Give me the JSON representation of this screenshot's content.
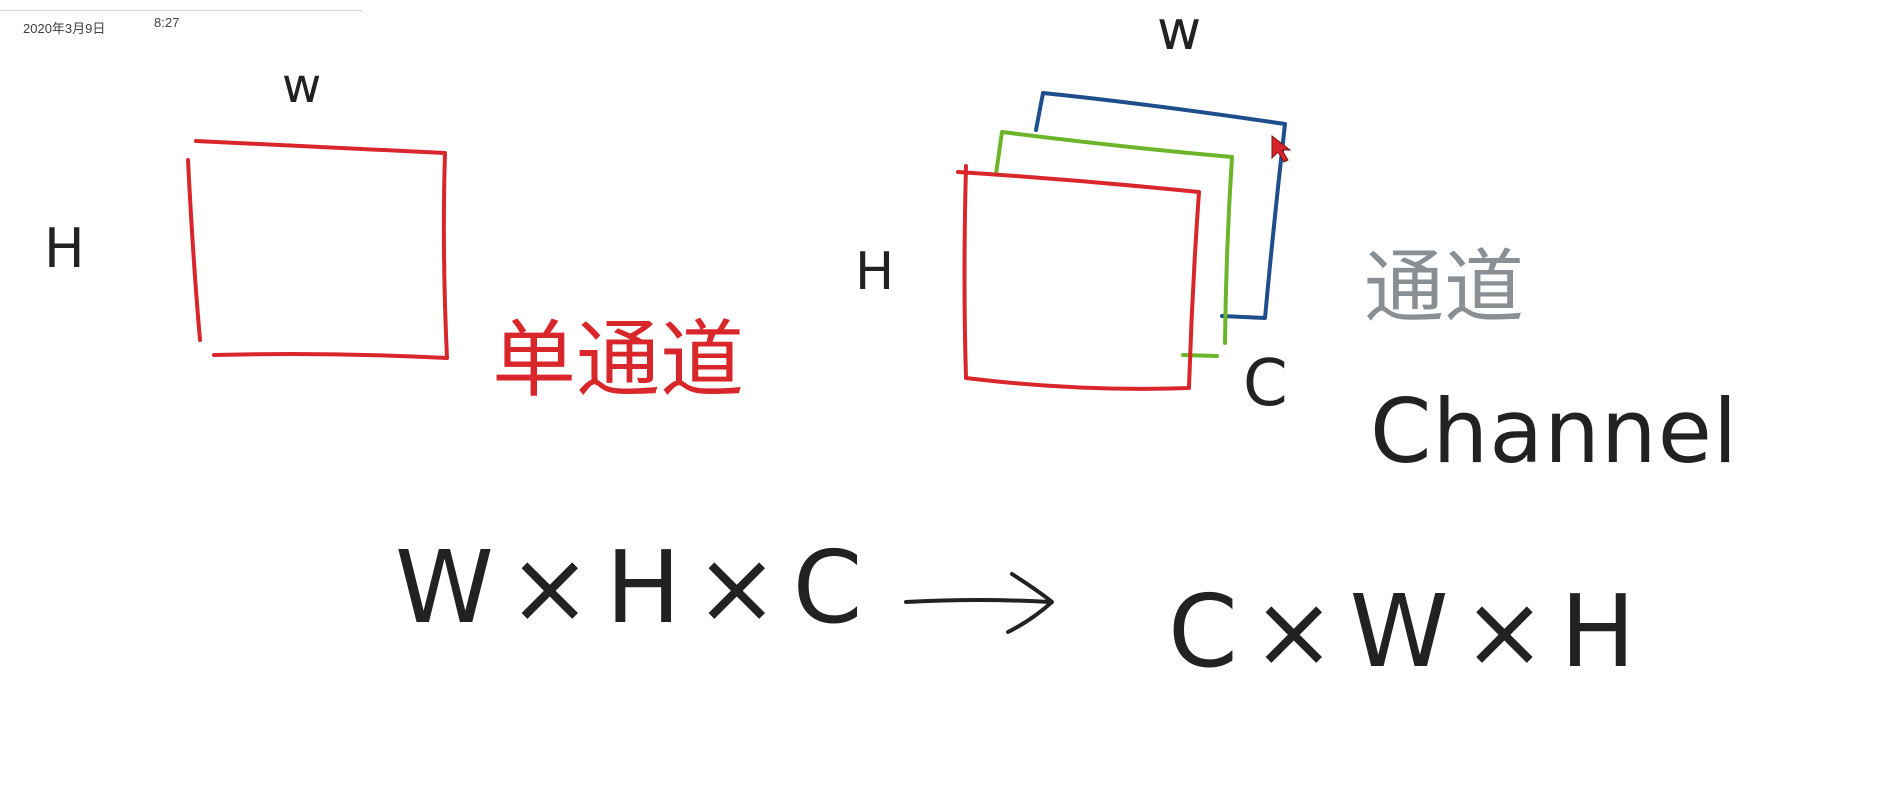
{
  "header": {
    "date": "2020年3月9日",
    "time": "8:27"
  },
  "single_channel": {
    "width_label": "w",
    "height_label": "H",
    "caption": "单通道",
    "color": "#d9262b"
  },
  "multi_channel": {
    "width_label": "w",
    "height_label": "H",
    "channel_label": "C",
    "caption_cn": "通道",
    "caption_en": "Channel",
    "layer_colors": [
      "#d9262b",
      "#6cb52a",
      "#1f4e8c"
    ]
  },
  "formula": {
    "left": "W×H×C",
    "arrow": "→",
    "right": "C×W×H"
  },
  "colors": {
    "ink": "#222222",
    "red": "#d9262b",
    "green": "#6cb52a",
    "blue": "#1f4e8c",
    "gray": "#8a8f94"
  }
}
